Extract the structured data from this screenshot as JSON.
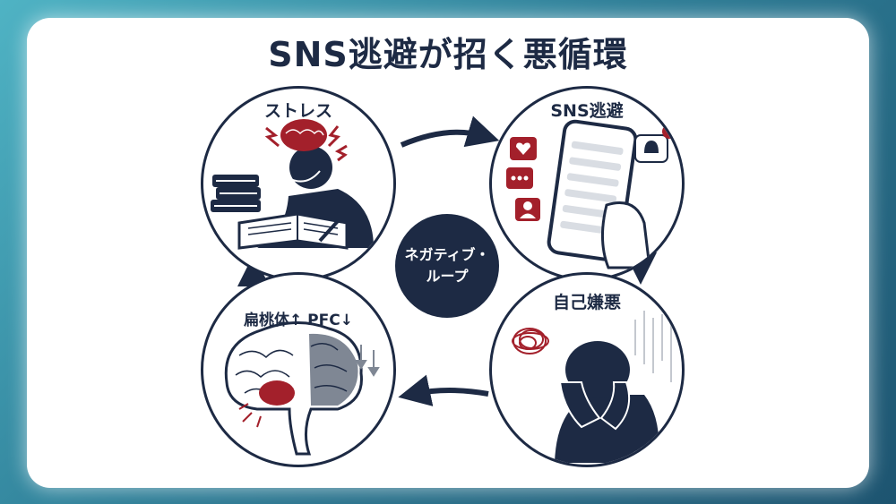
{
  "title": "SNS逃避が招く悪循環",
  "nodes": {
    "stress": "ストレス",
    "sns": "SNS逃避",
    "self_hate": "自己嫌悪",
    "brain": "扁桃体↑ PFC↓"
  },
  "center": {
    "line1": "ネガティブ・",
    "line2": "ループ"
  },
  "notification_count": "1",
  "colors": {
    "navy": "#1d2a44",
    "accent_red": "#a3202b",
    "background_teal": "#3a9ab0"
  }
}
